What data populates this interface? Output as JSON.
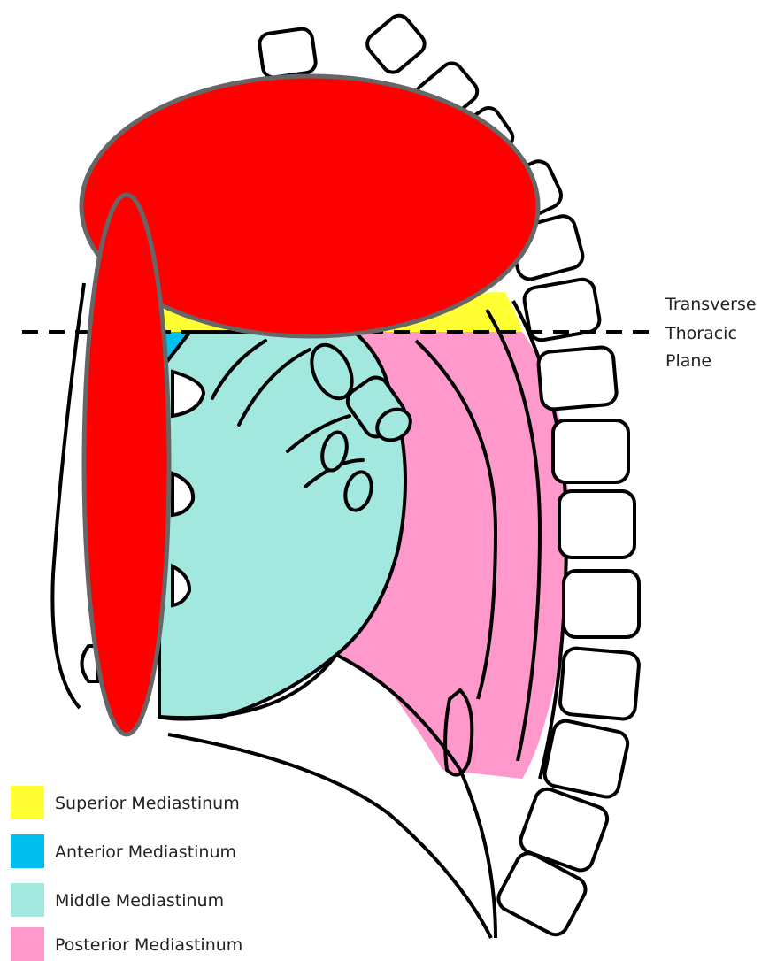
{
  "colors": {
    "superior": "#ffff33",
    "anterior": "#00bfef",
    "middle": "#a3e8de",
    "posterior": "#ff99cc",
    "redaction": "#ff0000",
    "redaction_stroke": "#666666",
    "outline": "#000000"
  },
  "plane_label": {
    "line1": "Transverse",
    "line2": "Thoracic",
    "line3": "Plane"
  },
  "legend": [
    {
      "label": "Superior Mediastinum",
      "color": "#ffff33"
    },
    {
      "label": "Anterior Mediastinum",
      "color": "#00bfef"
    },
    {
      "label": "Middle Mediastinum",
      "color": "#a3e8de"
    },
    {
      "label": "Posterior Mediastinum",
      "color": "#ff99cc"
    }
  ]
}
